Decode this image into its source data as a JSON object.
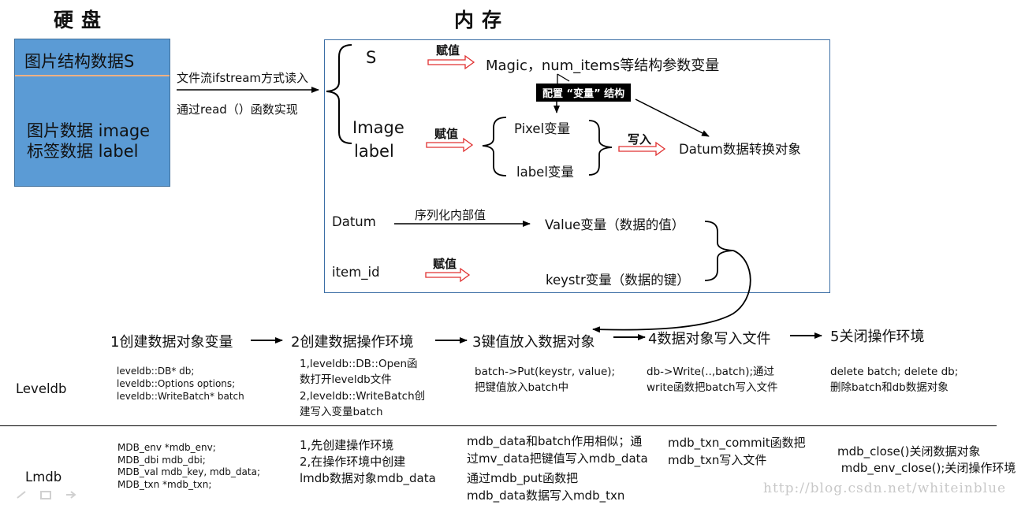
{
  "headers": {
    "disk": "硬盘",
    "memory": "内存"
  },
  "disk_box": {
    "top_label": "图片结构数据S",
    "bottom_label_1": "图片数据 image",
    "bottom_label_2": "标签数据 label"
  },
  "read_arrow": {
    "line1": "文件流ifstream方式读入",
    "line2": "通过read（）函数实现"
  },
  "memory_box": {
    "s_label": "S",
    "image_label": "Image",
    "label_label": "label",
    "assign_label": "赋值",
    "magic_text": "Magic，num_items等结构参数变量",
    "config_tag": "配置 “变量” 结构",
    "pixel_var": "Pixel变量",
    "label_var": "label变量",
    "write_label": "写入",
    "datum_convert": "Datum数据转换对象",
    "datum": "Datum",
    "serialize_label": "序列化内部值",
    "value_var": "Value变量（数据的值）",
    "item_id": "item_id",
    "keystr_var": "keystr变量（数据的键）"
  },
  "steps": [
    "1创建数据对象变量",
    "2创建数据操作环境",
    "3键值放入数据对象",
    "4数据对象写入文件",
    "5关闭操作环境"
  ],
  "leveldb": {
    "label": "Leveldb",
    "col1": "leveldb::DB* db;\nleveldb::Options options;\nleveldb::WriteBatch* batch",
    "col2": "1,leveldb::DB::Open函\n数打开leveldb文件\n2,leveldb::WriteBatch创\n建写入变量batch",
    "col3": "batch->Put(keystr, value);\n把键值放入batch中",
    "col4": "db->Write(..,batch);通过\nwrite函数把batch写入文件",
    "col5": "delete batch; delete db;\n删除batch和db数据对象"
  },
  "lmdb": {
    "label": "Lmdb",
    "col1": "MDB_env *mdb_env;\nMDB_dbi mdb_dbi;\nMDB_val mdb_key, mdb_data;\nMDB_txn *mdb_txn;",
    "col2": "1,先创建操作环境\n2,在操作环境中创建\nlmdb数据对象mdb_data",
    "col3a": "mdb_data和batch作用相似；通\n过mv_data把键值写入mdb_data",
    "col3b": "通过mdb_put函数把\nmdb_data数据写入mdb_txn",
    "col4": "mdb_txn_commit函数把\nmdb_txn写入文件",
    "col5": "mdb_close()关闭数据对象\n mdb_env_close();关闭操作环境"
  },
  "watermark": "http://blog.csdn.net/whiteinblue",
  "colors": {
    "disk_fill": "#5b9bd5",
    "disk_separator": "#f4b183",
    "hollow_arrow": "#e03030",
    "memory_border": "#3b6ea5"
  }
}
